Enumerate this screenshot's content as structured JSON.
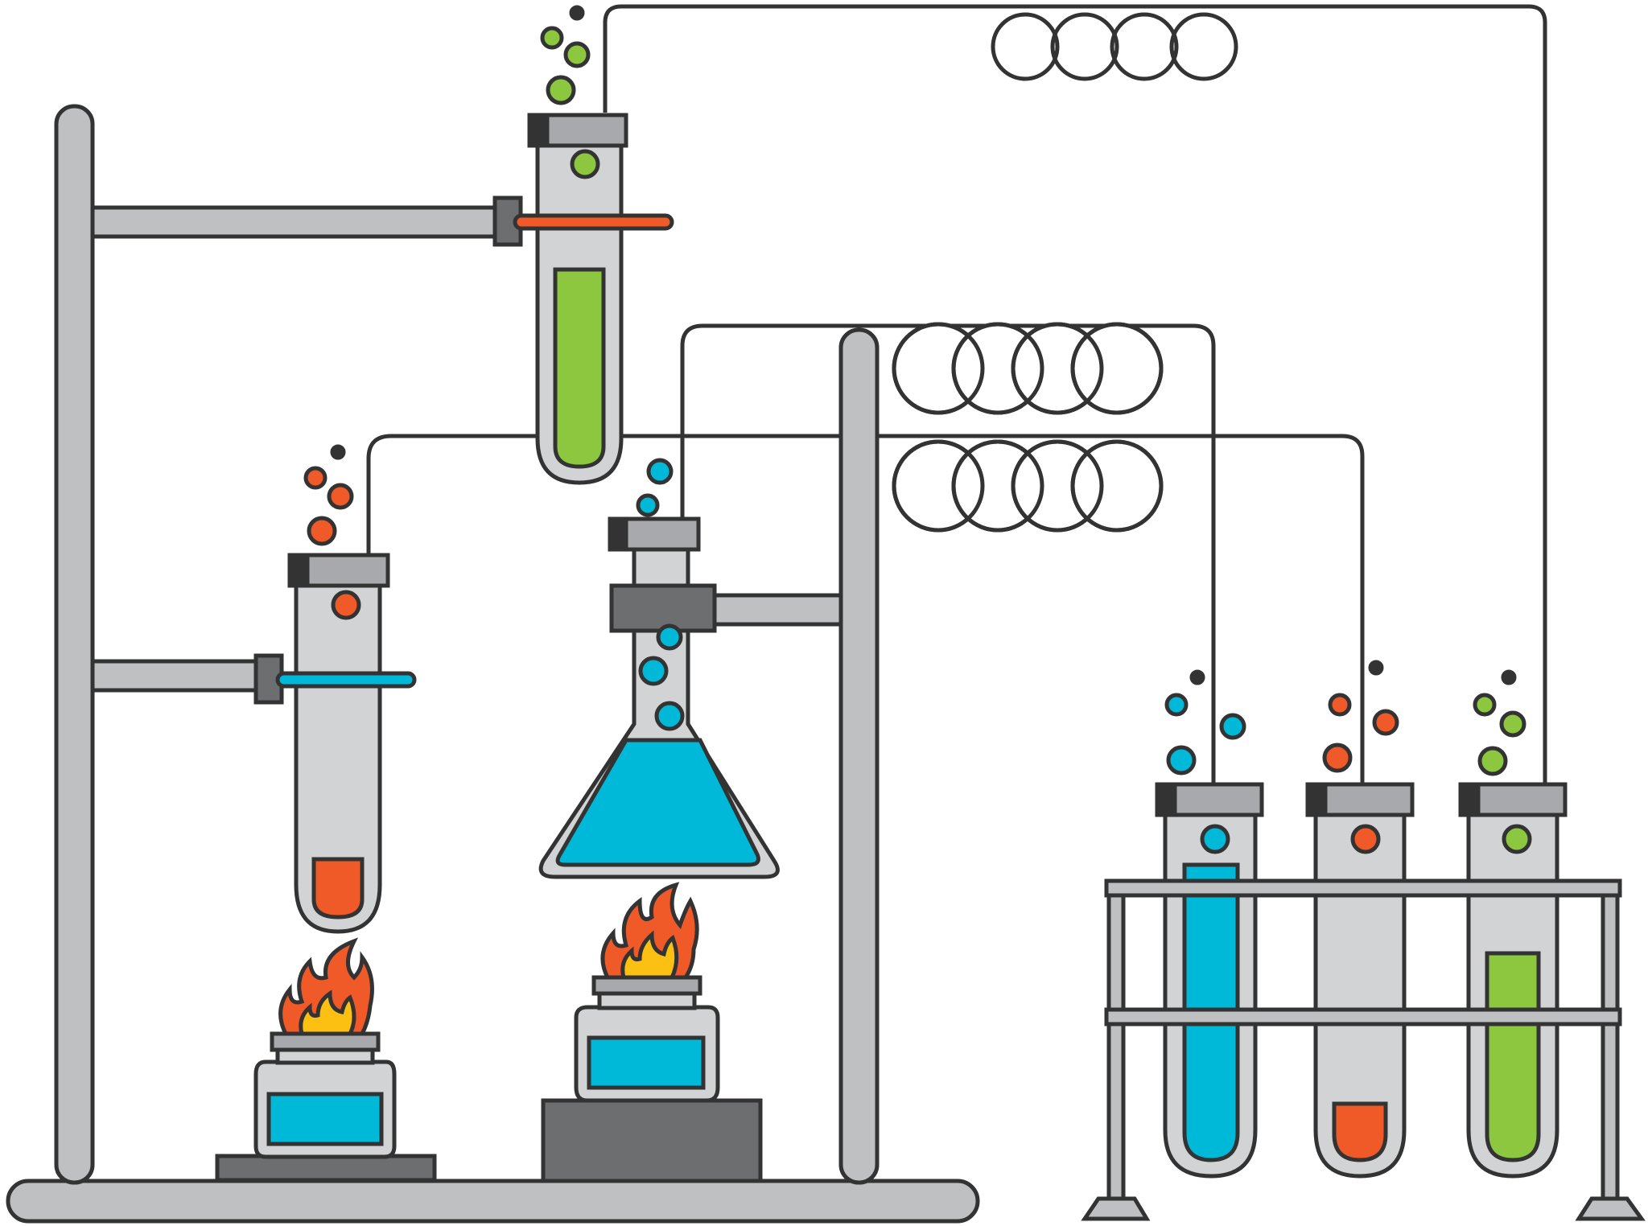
{
  "colors": {
    "outline": "#333333",
    "steel": "#bfc0c2",
    "steel_dark": "#6d6e70",
    "cap": "#a7a9ac",
    "glass": "#d1d3d4",
    "green": "#8dc63f",
    "blue": "#00b9d8",
    "orange": "#f05a28",
    "flame_orange": "#f05a28",
    "flame_yellow": "#fcc012",
    "background": "#ffffff"
  },
  "icons": {
    "stand": "ring-stand-icon",
    "test_tube": "test-tube-icon",
    "flask": "erlenmeyer-flask-icon",
    "burner": "alcohol-burner-icon",
    "flame": "flame-icon",
    "coil": "condenser-coil-icon",
    "rack": "test-tube-rack-icon",
    "bubble": "bubble-icon"
  },
  "liquids": {
    "hanging_tube_top": {
      "color": "green",
      "fill_level": 0.6
    },
    "hanging_tube_left": {
      "color": "orange",
      "fill_level": 0.25
    },
    "flask": {
      "color": "blue",
      "fill_level": 0.7
    },
    "rack_tube_1": {
      "color": "blue",
      "fill_level": 0.95
    },
    "rack_tube_2": {
      "color": "orange",
      "fill_level": 0.2
    },
    "rack_tube_3": {
      "color": "green",
      "fill_level": 0.65
    },
    "burner_left": {
      "color": "blue",
      "fill_level": 0.6
    },
    "burner_right": {
      "color": "blue",
      "fill_level": 0.6
    }
  }
}
